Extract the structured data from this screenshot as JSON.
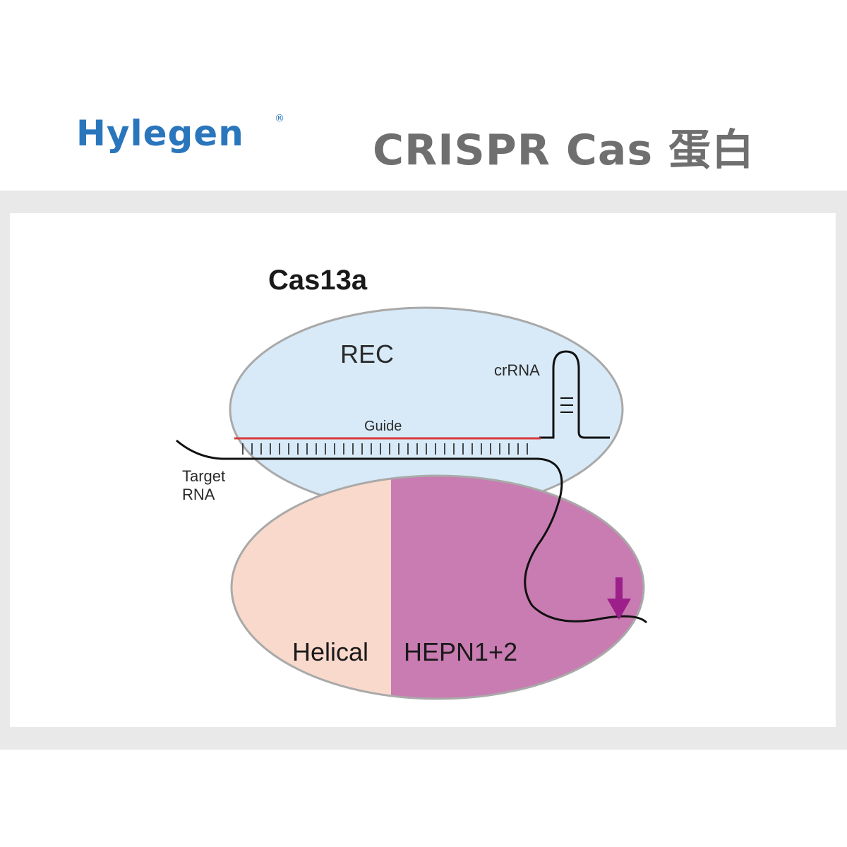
{
  "header": {
    "brand": "Hylegen",
    "brand_mark": "®",
    "title": "CRISPR Cas 蛋白"
  },
  "diagram": {
    "title": "Cas13a",
    "labels": {
      "rec": "REC",
      "crrna": "crRNA",
      "guide": "Guide",
      "target_line1": "Target",
      "target_line2": "RNA",
      "helical": "Helical",
      "hepn": "HEPN1+2"
    },
    "colors": {
      "rec_fill": "#d8eaf8",
      "helical_fill": "#f9d9cb",
      "hepn_fill": "#c97cb2",
      "outline": "#a9a9a9",
      "guide": "#d83a3a",
      "cleavage_arrow": "#9c1f8a"
    },
    "icons": [
      "cleavage-arrow-icon"
    ]
  }
}
